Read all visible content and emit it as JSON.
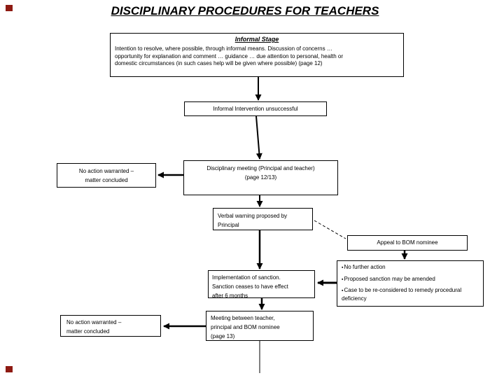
{
  "page": {
    "title": "DISCIPLINARY PROCEDURES FOR TEACHERS"
  },
  "colors": {
    "background": "#ffffff",
    "box_border": "#000000",
    "text": "#000000",
    "connector": "#000000",
    "corner_mark": "#8e1a12"
  },
  "informal_stage": {
    "heading": "Informal Stage",
    "lines": [
      "Intention to resolve, where possible, through informal means.  Discussion of concerns …",
      "opportunity for explanation and comment …  guidance …  due attention to personal, health or",
      "domestic circumstances (in such cases help will be given where possible) (page 12)"
    ]
  },
  "informal_intervention": {
    "label": "Informal Intervention unsuccessful"
  },
  "no_action_top": {
    "lines": [
      "No action warranted –",
      "matter concluded"
    ]
  },
  "disciplinary_meeting": {
    "lines": [
      "Disciplinary meeting (Principal and teacher)",
      "(page 12/13)"
    ]
  },
  "verbal_warning": {
    "lines": [
      "Verbal warning proposed by",
      "Principal"
    ]
  },
  "appeal": {
    "label": "Appeal to BOM nominee"
  },
  "implementation": {
    "lines": [
      "Implementation of sanction.",
      "Sanction ceases to have effect",
      "after 6 months"
    ]
  },
  "outcomes": {
    "bullet_char": "▪",
    "items": [
      "No further action",
      "Proposed sanction may be amended",
      "Case to be re-considered to remedy procedural deficiency"
    ]
  },
  "meeting_bom": {
    "lines": [
      "Meeting between teacher,",
      "principal and BOM nominee",
      "(page 13)"
    ]
  },
  "no_action_bottom": {
    "lines": [
      "No action warranted –",
      "matter concluded"
    ]
  }
}
